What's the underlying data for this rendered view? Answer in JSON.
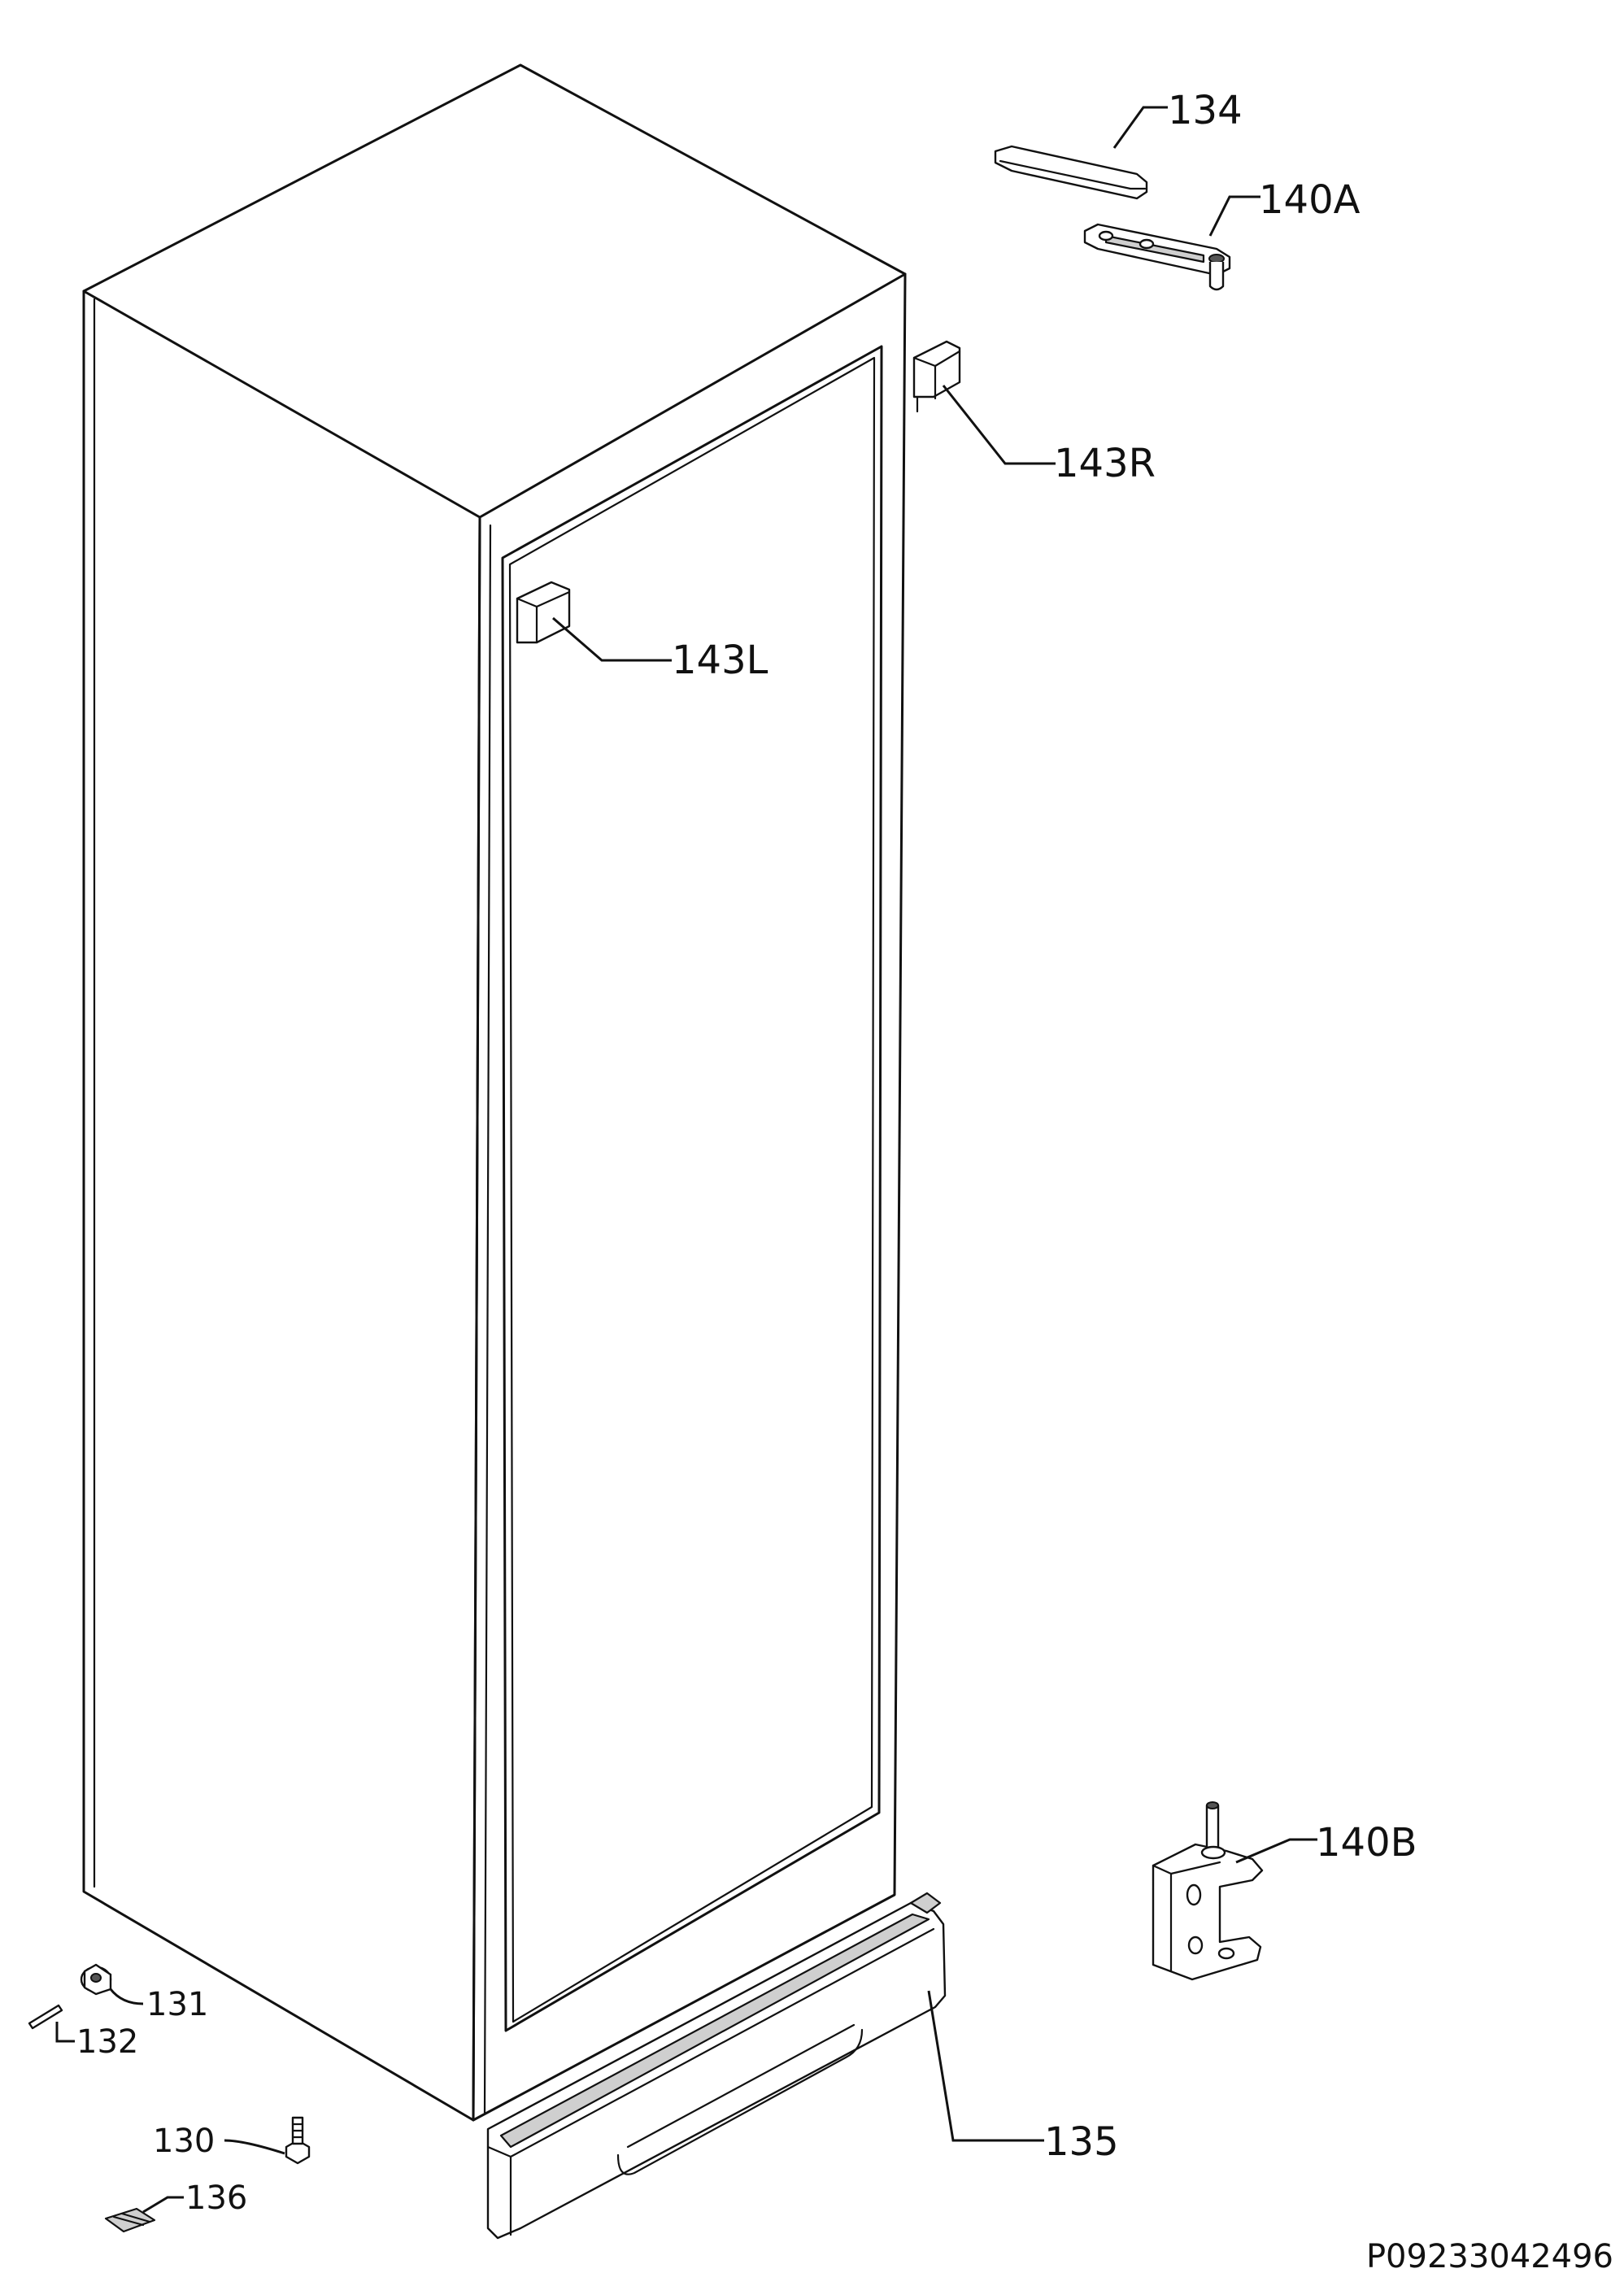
{
  "diagram": {
    "document_code": "P09233042496",
    "labels": {
      "p134": "134",
      "p140A": "140A",
      "p143R": "143R",
      "p143L": "143L",
      "p140B": "140B",
      "p131": "131",
      "p132": "132",
      "p130": "130",
      "p135": "135",
      "p136": "136"
    }
  }
}
